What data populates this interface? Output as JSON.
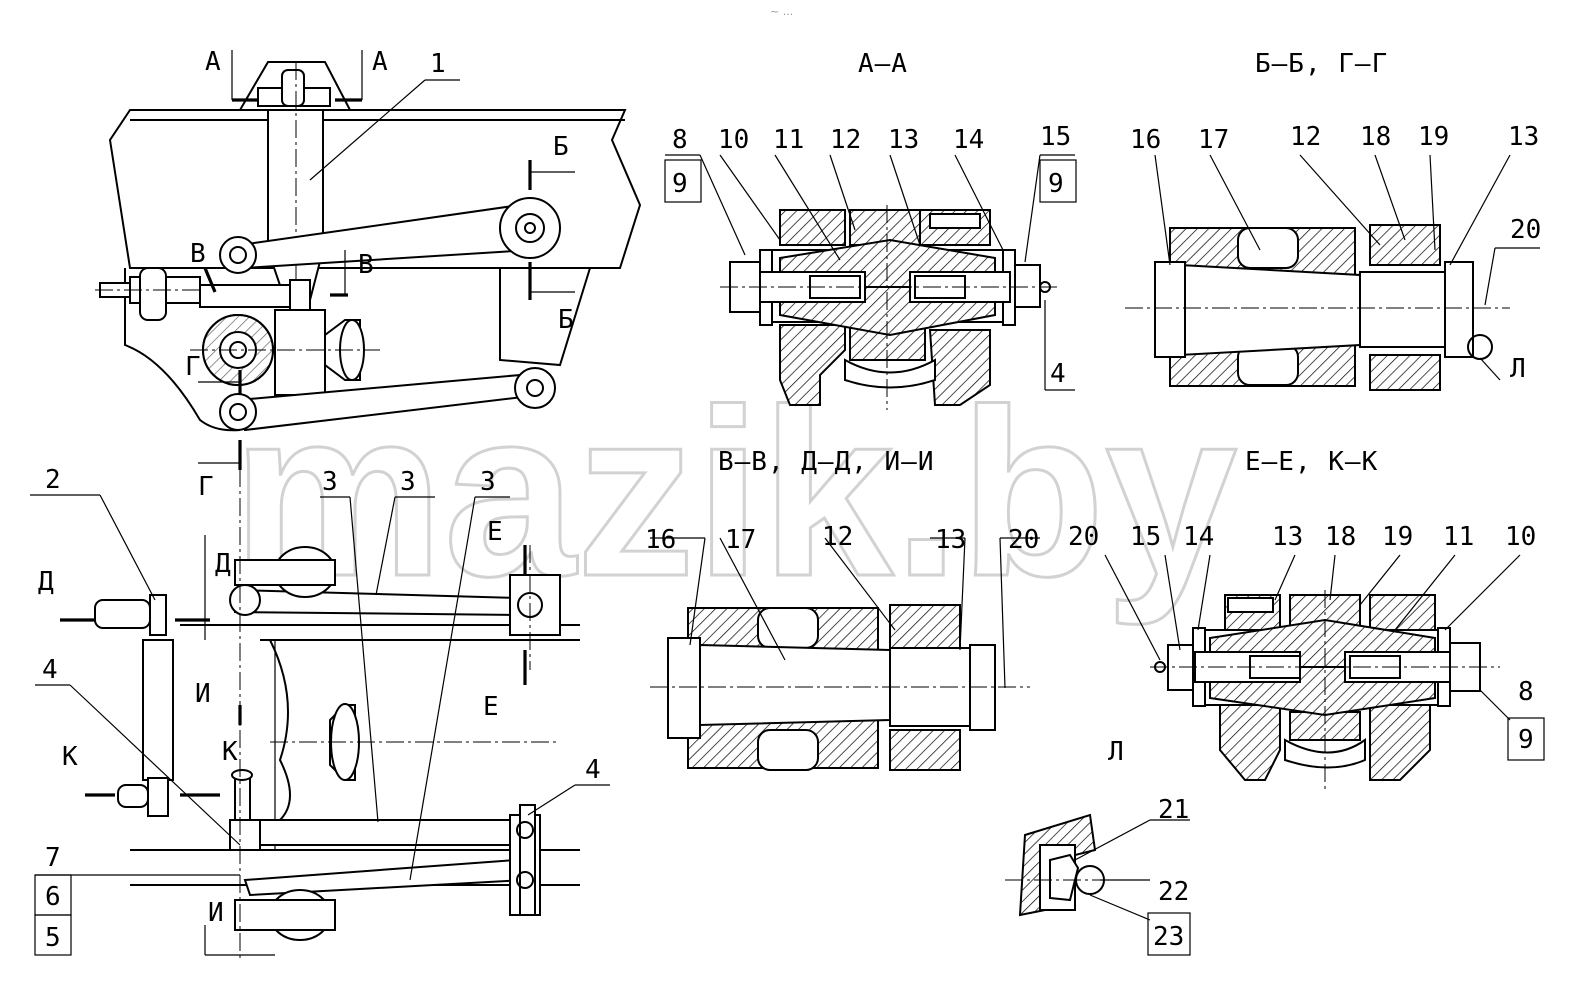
{
  "watermark": "mazik.by",
  "top_mark": "~ ...",
  "section_titles": {
    "aa": "А–А",
    "bb_gg": "Б–Б, Г–Г",
    "vv_dd_ii": "В–В, Д–Д, И–И",
    "ee_kk": "Е–Е, К–К",
    "l": "Л"
  },
  "cut_marks": {
    "a": "А",
    "b": "Б",
    "v": "В",
    "g": "Г",
    "d": "Д",
    "e": "Е",
    "i": "И",
    "k": "К"
  },
  "parts": {
    "p1": "1",
    "p2": "2",
    "p3": "3",
    "p4": "4",
    "p5": "5",
    "p6": "6",
    "p7": "7",
    "p8": "8",
    "p9": "9",
    "p10": "10",
    "p11": "11",
    "p12": "12",
    "p13": "13",
    "p14": "14",
    "p15": "15",
    "p16": "16",
    "p17": "17",
    "p18": "18",
    "p19": "19",
    "p20": "20",
    "p21": "21",
    "p22": "22",
    "p23": "23"
  }
}
